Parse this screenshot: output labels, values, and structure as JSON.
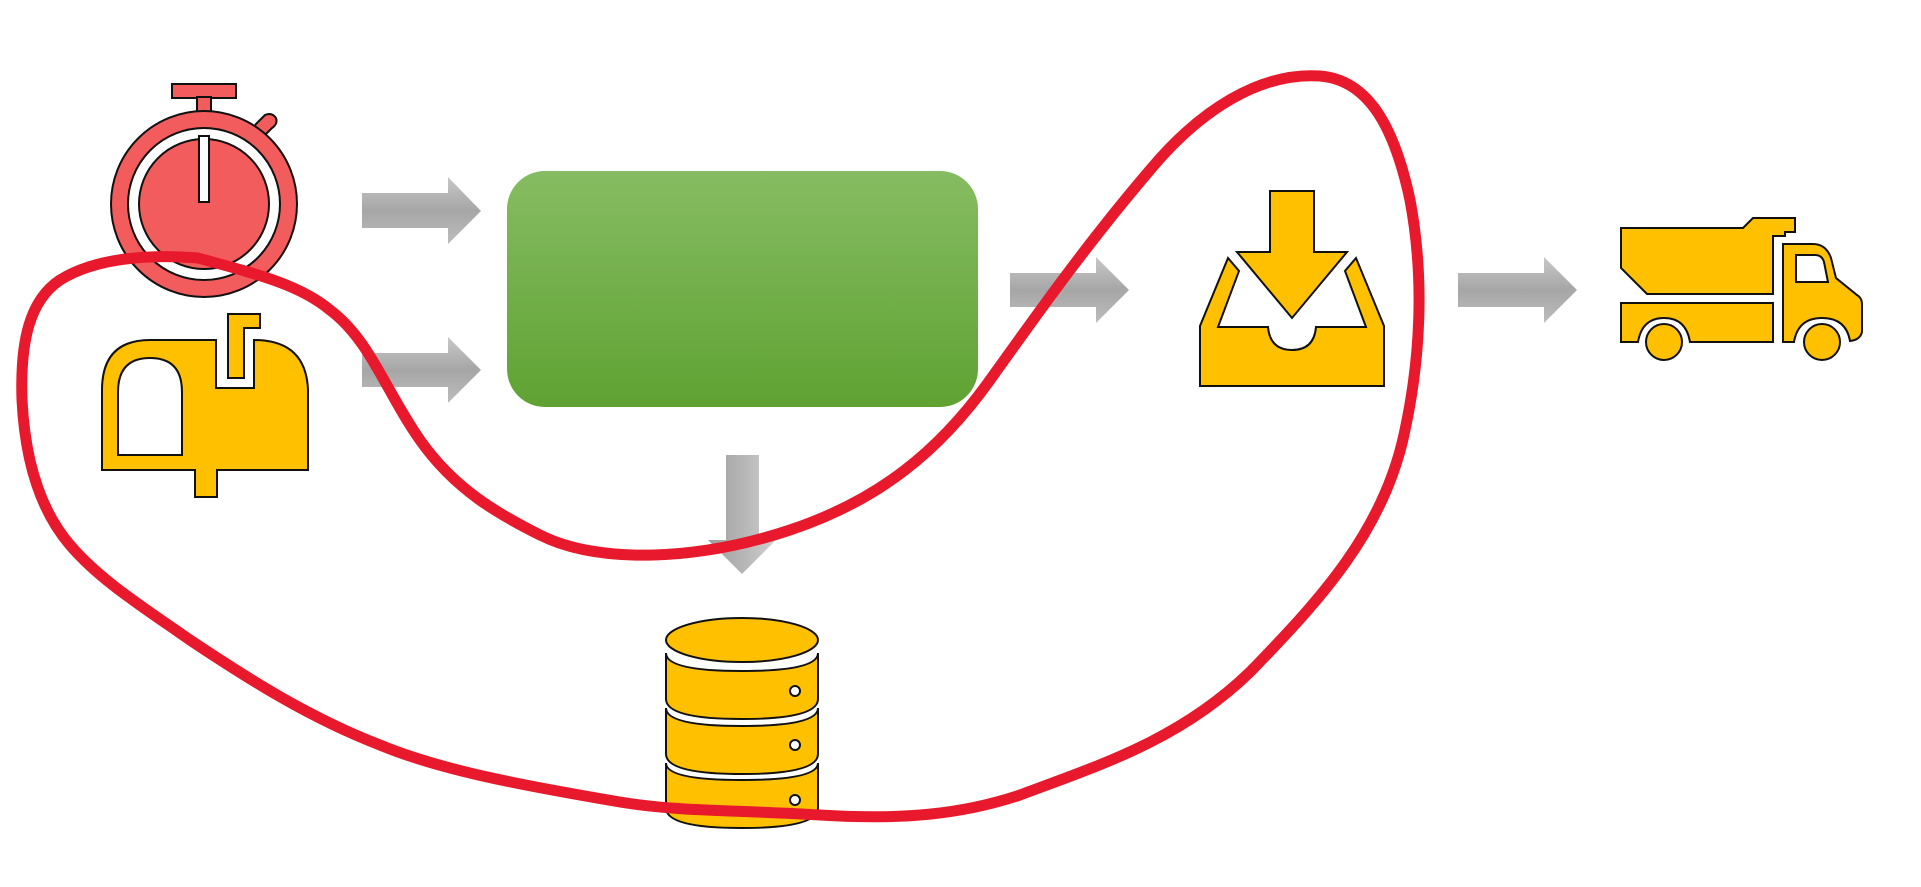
{
  "diagram": {
    "kind": "process-flow",
    "nodes": [
      {
        "id": "timer",
        "icon": "stopwatch-icon"
      },
      {
        "id": "mailbox",
        "icon": "mailbox-icon"
      },
      {
        "id": "process-box",
        "icon": "rounded-rectangle",
        "label": ""
      },
      {
        "id": "database",
        "icon": "database-icon"
      },
      {
        "id": "inbox",
        "icon": "inbox-tray-icon"
      },
      {
        "id": "truck",
        "icon": "dump-truck-icon"
      }
    ],
    "edges": [
      {
        "from": "timer",
        "to": "process-box"
      },
      {
        "from": "mailbox",
        "to": "process-box"
      },
      {
        "from": "process-box",
        "to": "database"
      },
      {
        "from": "process-box",
        "to": "inbox"
      },
      {
        "from": "inbox",
        "to": "truck"
      }
    ],
    "annotations": [
      {
        "type": "freehand-loop",
        "color": "#e8192c"
      }
    ]
  },
  "colors": {
    "timer_fill": "#f25c5c",
    "icon_fill": "#ffc000",
    "box_top": "#86bc62",
    "box_bottom": "#5fa232",
    "arrow_light": "#c8c8c8",
    "arrow_dark": "#9a9a9a",
    "annotation": "#e8192c",
    "outline": "#111111"
  }
}
